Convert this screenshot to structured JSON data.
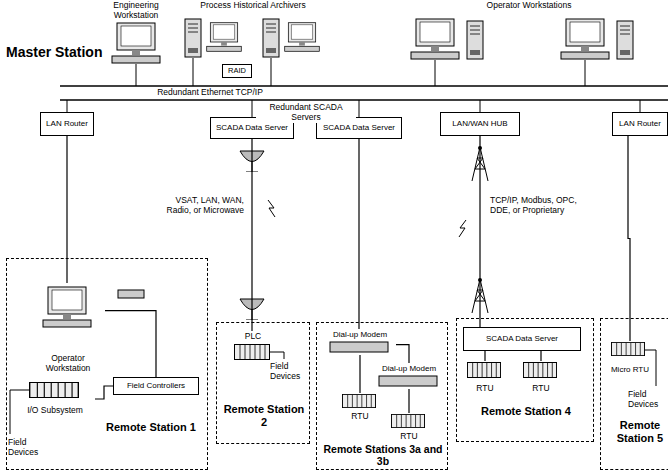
{
  "diagram": {
    "nodes": [
      {
        "text": [
          "Engineering Workstation"
        ]
      },
      {
        "text": [
          "Process Historical Archivers"
        ]
      },
      {
        "text": [
          "RAID"
        ]
      },
      {
        "text": [
          "Operator Workstations"
        ]
      },
      {
        "text": [
          "SCADA Data Server"
        ]
      },
      {
        "text": [
          "SCADA Data Server"
        ]
      },
      {
        "text": [
          "LAN/WAN HUB"
        ]
      },
      {
        "text": [
          "LAN Router"
        ]
      },
      {
        "text": [
          "LAN Router"
        ]
      },
      {
        "text": [
          "Remote Station 1"
        ]
      },
      {
        "text": [
          "Operator Workstation"
        ],
        "in": 9
      },
      {
        "text": [
          "Field Controllers"
        ],
        "in": 9
      },
      {
        "text": [
          "I/O Subsystem"
        ],
        "in": 9
      },
      {
        "text": [
          "Remote Station 2"
        ]
      },
      {
        "text": [
          "PLC"
        ],
        "in": 13
      },
      {
        "text": [
          "Remote Stations 3a and 3b"
        ]
      },
      {
        "text": [
          "Dial-up Modem"
        ],
        "in": 15
      },
      {
        "text": [
          "Dial-up Modem"
        ],
        "in": 15
      },
      {
        "text": [
          "RTU"
        ],
        "in": 15
      },
      {
        "text": [
          "RTU"
        ],
        "in": 15
      },
      {
        "text": [
          "Remote Station 4"
        ]
      },
      {
        "text": [
          "SCADA Data Server"
        ],
        "in": 20
      },
      {
        "text": [
          "RTU"
        ],
        "in": 20
      },
      {
        "text": [
          "RTU"
        ],
        "in": 20
      },
      {
        "text": [
          "Remote Station 5"
        ]
      },
      {
        "text": [
          "Micro RTU"
        ],
        "in": 24
      }
    ],
    "edges": [
      {
        "from": 7,
        "to": 10,
        "arrow": "none"
      },
      {
        "from": 4,
        "to": 14,
        "arrow": "none"
      },
      {
        "from": 5,
        "to": 16,
        "arrow": "none"
      },
      {
        "from": 16,
        "to": 17,
        "arrow": "none"
      },
      {
        "from": 16,
        "to": 18,
        "arrow": "none"
      },
      {
        "from": 17,
        "to": 19,
        "arrow": "none"
      },
      {
        "from": 6,
        "to": 21,
        "arrow": "none"
      },
      {
        "from": 21,
        "to": 22,
        "arrow": "none"
      },
      {
        "from": 21,
        "to": 23,
        "arrow": "none"
      },
      {
        "from": 8,
        "to": 25,
        "arrow": "none"
      },
      {
        "from": 10,
        "to": 11,
        "arrow": "none"
      },
      {
        "from": 11,
        "to": 12,
        "arrow": "none"
      }
    ],
    "labels": [
      "Master Station",
      "Redundant Ethernet TCP/IP",
      "Redundant SCADA Servers",
      "VSAT, LAN, WAN, Radio, or Microwave",
      "TCP/IP, Modbus, OPC, DDE, or Proprietary",
      "Field Devices",
      "Field Devices",
      "Field Devices"
    ]
  }
}
